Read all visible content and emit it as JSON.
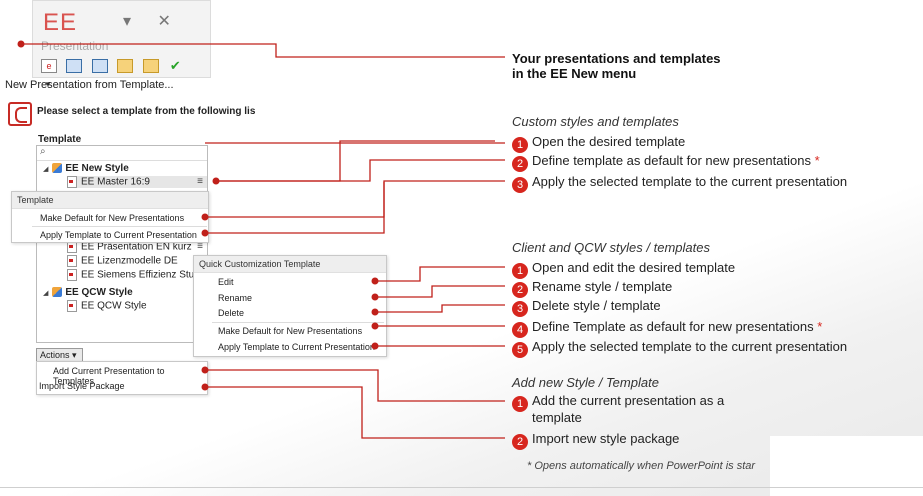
{
  "ribbon": {
    "title": "EE",
    "dropdown_glyph": "▾",
    "close_glyph": "✕",
    "subtitle": "Presentation",
    "icons": [
      "new-presentation-icon",
      "save-as-icon",
      "save-icon",
      "mail-icon",
      "mail-template-icon",
      "check-icon",
      "dropdown-icon"
    ]
  },
  "dialog": {
    "window_title": "New Presentation from Template...",
    "message": "Please select a template from the following lis",
    "template_label": "Template",
    "search_placeholder": "",
    "tree": [
      {
        "label": "EE New Style",
        "kind": "style"
      },
      {
        "label": "EE Master 16:9",
        "kind": "template"
      },
      {
        "label": "EE Präsentation EN kurz",
        "kind": "template"
      },
      {
        "label": "EE Lizenzmodelle DE",
        "kind": "template"
      },
      {
        "label": "EE Siemens Effizienz Studie ...",
        "kind": "template"
      },
      {
        "label": "EE QCW Style",
        "kind": "style"
      },
      {
        "label": "EE QCW Style",
        "kind": "template"
      }
    ],
    "template_menu": {
      "header": "Template",
      "items": [
        "Make Default for New Presentations",
        "Apply Template to Current Presentation"
      ]
    },
    "qct_menu": {
      "header": "Quick Customization Template",
      "items": [
        "Edit",
        "Rename",
        "Delete",
        "Make Default for New Presentations",
        "Apply Template to Current Presentation"
      ]
    },
    "actions_label": "Actions ▾",
    "actions_items": [
      "Add Current Presentation to Templates",
      "Import Style Package"
    ]
  },
  "callouts": {
    "heading_line1": "Your presentations and templates",
    "heading_line2": "in the EE New menu",
    "section1": "Custom styles and templates",
    "section1_items": [
      {
        "n": "1",
        "text": "Open the desired template",
        "star": ""
      },
      {
        "n": "2",
        "text": "Define template as default for new presentations",
        "star": "*"
      },
      {
        "n": "3",
        "text": "Apply the selected template to the current presentation",
        "star": ""
      }
    ],
    "section2": "Client and QCW styles / templates",
    "section2_items": [
      {
        "n": "1",
        "text": "Open and edit the desired template",
        "star": ""
      },
      {
        "n": "2",
        "text": "Rename style / template",
        "star": ""
      },
      {
        "n": "3",
        "text": "Delete style / template",
        "star": ""
      },
      {
        "n": "4",
        "text": "Define Template as default for new presentations",
        "star": "*"
      },
      {
        "n": "5",
        "text": "Apply the selected template to the current presentation",
        "star": ""
      }
    ],
    "section3": "Add new Style / Template",
    "section3_items": [
      {
        "n": "1",
        "text": "Add the current presentation as a",
        "text2": "template"
      },
      {
        "n": "2",
        "text": "Import new style package"
      }
    ],
    "footnote": "* Opens automatically when PowerPoint is star"
  },
  "colors": {
    "accent": "#d7261e",
    "leader_line": "#c0201a"
  }
}
